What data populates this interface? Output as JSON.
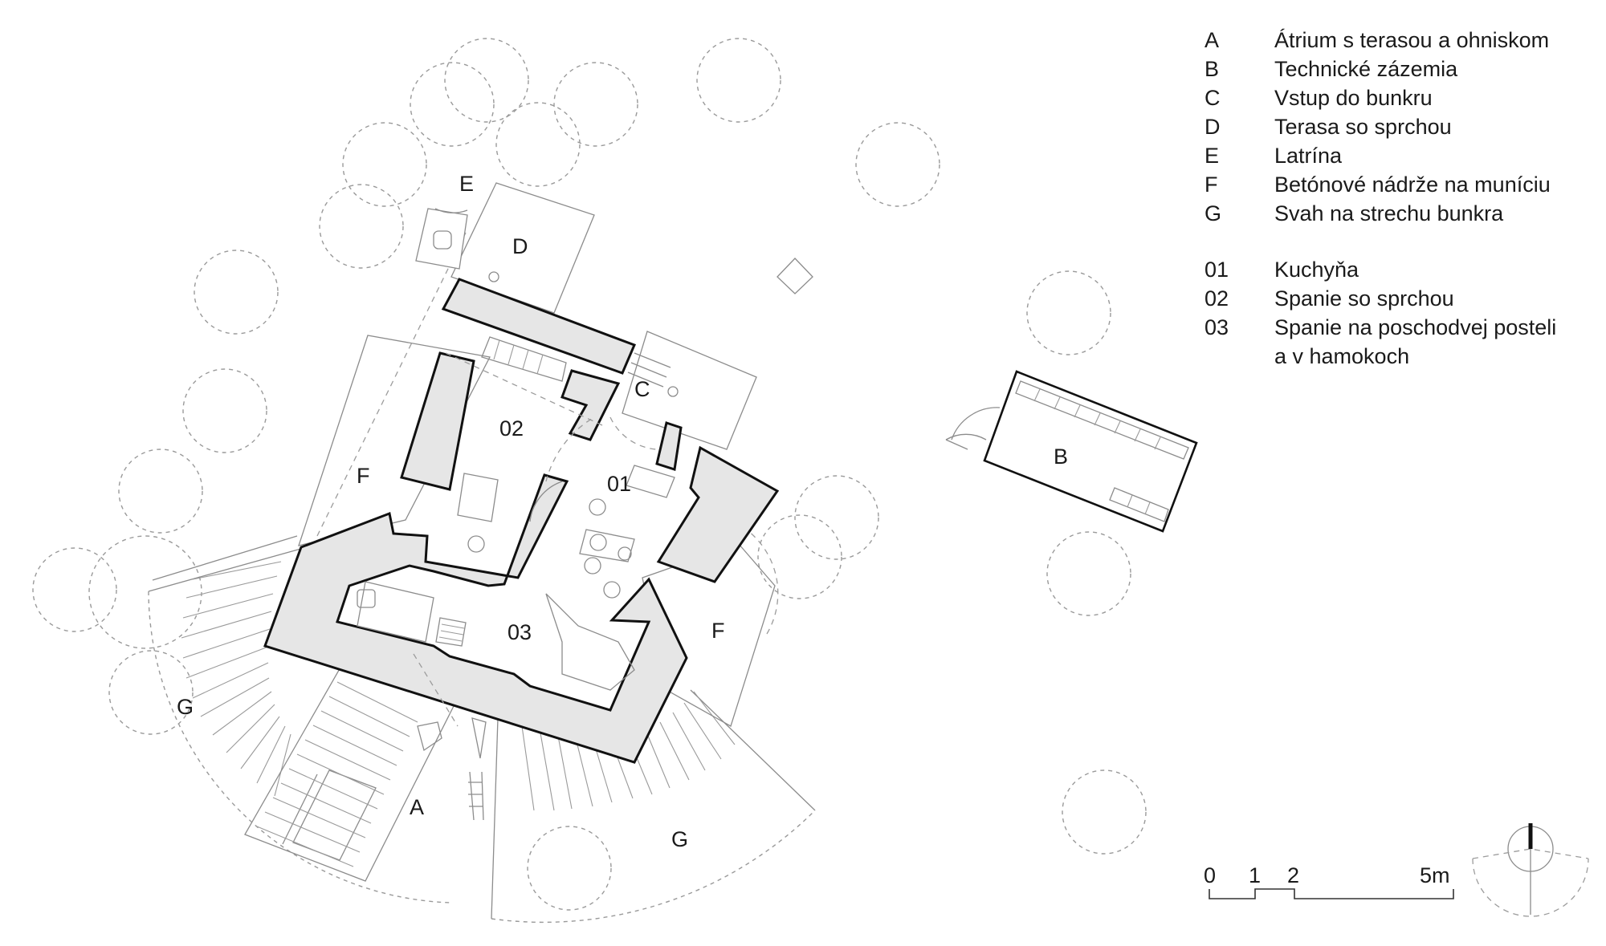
{
  "plan": {
    "zone_labels": {
      "A": "A",
      "B": "B",
      "C": "C",
      "D": "D",
      "E": "E",
      "F_left": "F",
      "F_right": "F",
      "G_left": "G",
      "G_bottom": "G"
    },
    "room_labels": {
      "r01": "01",
      "r02": "02",
      "r03": "03"
    }
  },
  "legend": {
    "zones": [
      {
        "key": "A",
        "label": "Átrium s terasou a ohniskom"
      },
      {
        "key": "B",
        "label": "Technické zázemia"
      },
      {
        "key": "C",
        "label": "Vstup do bunkru"
      },
      {
        "key": "D",
        "label": "Terasa so sprchou"
      },
      {
        "key": "E",
        "label": "Latrína"
      },
      {
        "key": "F",
        "label": "Betónové nádrže na muníciu"
      },
      {
        "key": "G",
        "label": "Svah na strechu bunkra"
      }
    ],
    "rooms": [
      {
        "key": "01",
        "label": "Kuchyňa"
      },
      {
        "key": "02",
        "label": "Spanie so sprchou"
      },
      {
        "key": "03",
        "label": "Spanie na poschodvej posteli",
        "label_line2": "a v hamokoch"
      }
    ]
  },
  "scale_bar": {
    "ticks": [
      "0",
      "1",
      "2",
      "5m"
    ]
  },
  "north_arrow": {
    "icon": "north-arrow-icon"
  }
}
